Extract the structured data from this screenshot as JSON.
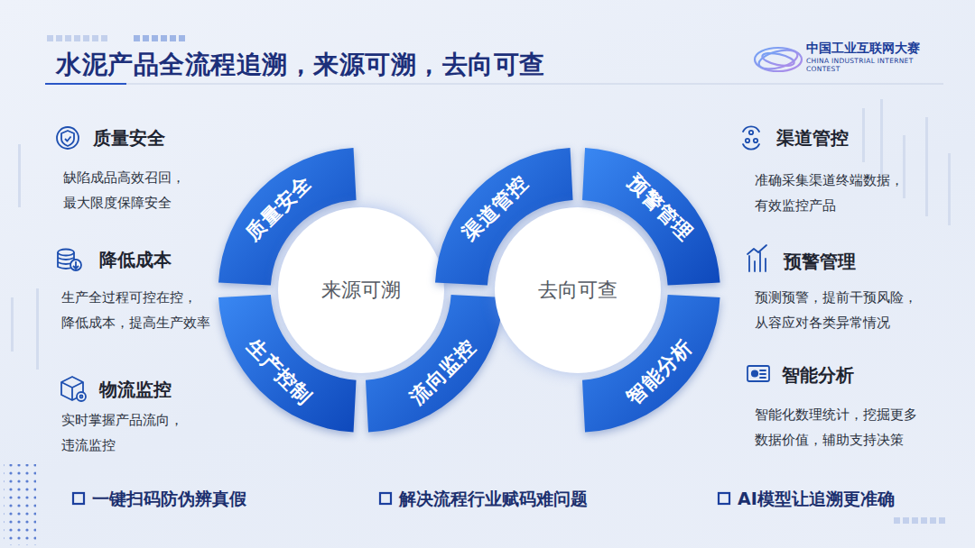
{
  "diagram": {
    "title": "水泥产品全流程追溯，来源可溯，去向可查",
    "nodes": [
      {
        "text": [
          "质量安全"
        ]
      },
      {
        "text": [
          "来源可溯"
        ]
      },
      {
        "text": [
          "生产控制"
        ]
      },
      {
        "text": [
          "流向监控"
        ]
      },
      {
        "text": [
          "渠道管控"
        ]
      },
      {
        "text": [
          "去向可查"
        ]
      },
      {
        "text": [
          "预警管理"
        ]
      },
      {
        "text": [
          "智能分析"
        ]
      }
    ],
    "labels": [
      "中国工业互联网大赛",
      "CHINA INDUSTRIAL INTERNET CONTEST",
      "质量安全",
      "缺陷成品高效召回， 最大限度保障安全",
      "降低成本",
      "生产全过程可控在控， 降低成本，提高生产效率",
      "物流监控",
      "实时掌握产品流向， 违流监控",
      "渠道管控",
      "准确采集渠道终端数据， 有效监控产品",
      "预警管理",
      "预测预警，提前干预风险， 从容应对各类异常情况",
      "智能分析",
      "智能化数理统计，挖掘更多 数据价值，辅助支持决策",
      "一键扫码防伪辨真假",
      "解决流程行业赋码难问题",
      "AI模型让追溯更准确"
    ]
  }
}
